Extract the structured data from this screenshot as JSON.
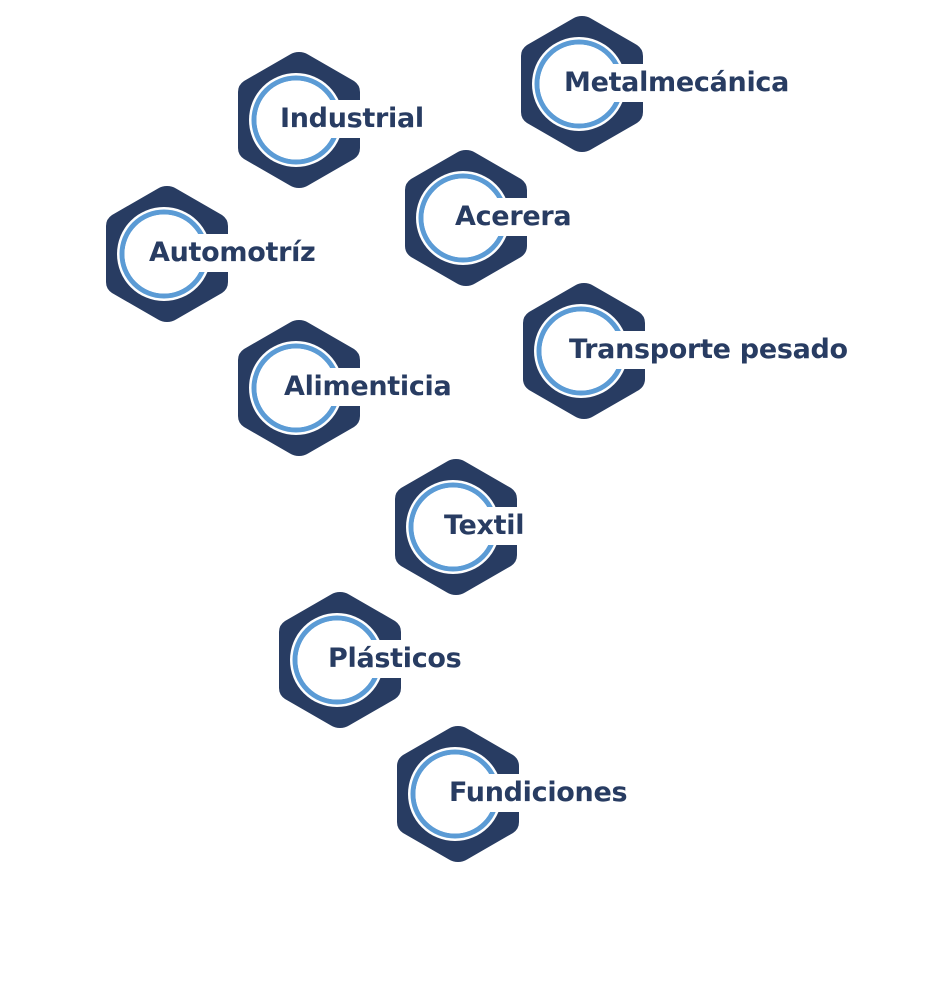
{
  "colors": {
    "hex": "#283c62",
    "ring": "#5b9bd5",
    "text": "#283c62"
  },
  "items": [
    {
      "label": "Industrial"
    },
    {
      "label": "Metalmecánica"
    },
    {
      "label": "Acerera"
    },
    {
      "label": "Automotríz"
    },
    {
      "label": "Transporte pesado"
    },
    {
      "label": "Alimenticia"
    },
    {
      "label": "Textil"
    },
    {
      "label": "Plásticos"
    },
    {
      "label": "Fundiciones"
    }
  ]
}
